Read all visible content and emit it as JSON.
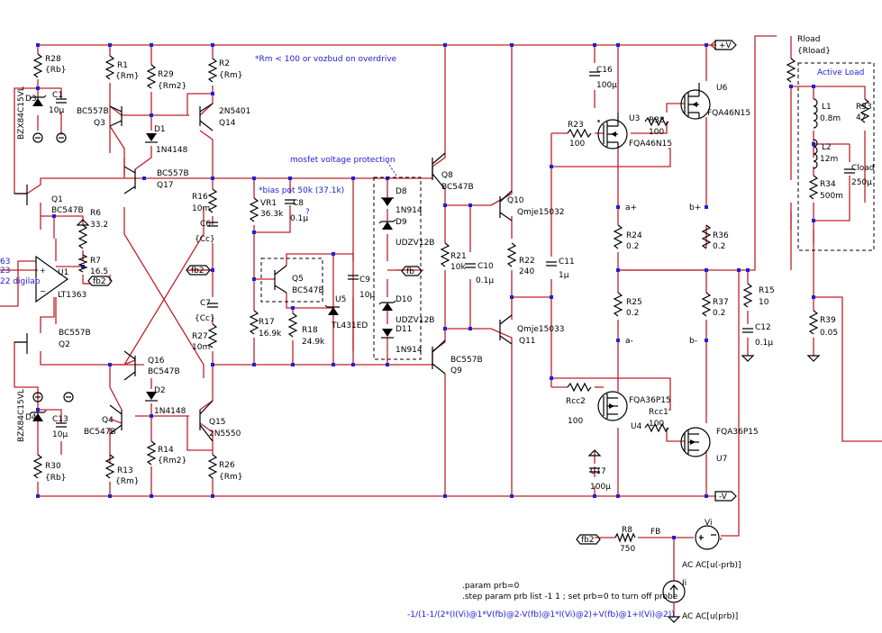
{
  "notes": {
    "rm_note": "*Rm < 100 or vozbud on overdrive",
    "mosfet_protection": "mosfet voltage protection",
    "bias_pot": "*bias pot 50k (37.1k)",
    "question": "?",
    "param": ".param prb=0",
    "step": ".step param prb list -1 1 ; set prb=0 to turn off probe",
    "formula": "-1/(1-1/(2*(I(Vi)@1*V(fb)@2-V(fb)@1*I(Vi)@2)+V(fb)@1+I(Vi)@2))",
    "active_load": "Active Load",
    "left_fragment": [
      "63",
      "23",
      "22 digilab"
    ]
  },
  "rails": {
    "pos": "+V",
    "neg": "-V"
  },
  "nets": {
    "fb": "fb",
    "fb2": "fb2",
    "FB": "FB",
    "a_plus": "a+",
    "a_minus": "a-",
    "b_plus": "b+",
    "b_minus": "b-"
  },
  "sources": {
    "vi": "Vi",
    "vi_ac": "AC AC[u(-prb)]",
    "ii": "Ii",
    "ii_ac": "AC AC[u(prb)]"
  },
  "components": [
    {
      "ref": "R28",
      "value": "{Rb}"
    },
    {
      "ref": "D3",
      "value": "BZX84C15VL"
    },
    {
      "ref": "C1",
      "value": "10µ"
    },
    {
      "ref": "R1",
      "value": "{Rm}"
    },
    {
      "ref": "R29",
      "value": "{Rm2}"
    },
    {
      "ref": "R2",
      "value": "{Rm}"
    },
    {
      "ref": "Q3",
      "value": "BC557B"
    },
    {
      "ref": "Q14",
      "value": "2N5401"
    },
    {
      "ref": "D1",
      "value": "1N4148"
    },
    {
      "ref": "Q17",
      "value": "BC557B"
    },
    {
      "ref": "Q1",
      "value": "BC547B"
    },
    {
      "ref": "R6",
      "value": "33.2"
    },
    {
      "ref": "R7",
      "value": "16.5"
    },
    {
      "ref": "U1",
      "value": "LT1363"
    },
    {
      "ref": "Q2",
      "value": "BC557B"
    },
    {
      "ref": "R16",
      "value": "10m"
    },
    {
      "ref": "C6",
      "value": "{Cc}"
    },
    {
      "ref": "C7",
      "value": "{Cc}"
    },
    {
      "ref": "R27",
      "value": "10m"
    },
    {
      "ref": "VR1",
      "value": "36.3k"
    },
    {
      "ref": "C8",
      "value": "0.1µ"
    },
    {
      "ref": "Q5",
      "value": "BC547B"
    },
    {
      "ref": "U5",
      "value": "TL431ED"
    },
    {
      "ref": "C9",
      "value": "10µ"
    },
    {
      "ref": "R17",
      "value": "16.9k"
    },
    {
      "ref": "R18",
      "value": "24.9k"
    },
    {
      "ref": "D8",
      "value": "1N914"
    },
    {
      "ref": "D9",
      "value": "UDZV12B"
    },
    {
      "ref": "D10",
      "value": "UDZV12B"
    },
    {
      "ref": "D11",
      "value": "1N914"
    },
    {
      "ref": "Q8",
      "value": "BC547B"
    },
    {
      "ref": "Q9",
      "value": "BC557B"
    },
    {
      "ref": "R21",
      "value": "10k"
    },
    {
      "ref": "C10",
      "value": "0.1µ"
    },
    {
      "ref": "Q10",
      "value": "Qmje15032"
    },
    {
      "ref": "Q11",
      "value": "Qmje15033"
    },
    {
      "ref": "R22",
      "value": "240"
    },
    {
      "ref": "C11",
      "value": "1µ"
    },
    {
      "ref": "C16",
      "value": "100µ"
    },
    {
      "ref": "C17",
      "value": "100µ"
    },
    {
      "ref": "R23",
      "value": "100"
    },
    {
      "ref": "U3",
      "value": "FQA46N15"
    },
    {
      "ref": "R38",
      "value": "100"
    },
    {
      "ref": "U6",
      "value": "FQA46N15"
    },
    {
      "ref": "R24",
      "value": "0.2"
    },
    {
      "ref": "R36",
      "value": "0.2"
    },
    {
      "ref": "R25",
      "value": "0.2"
    },
    {
      "ref": "R37",
      "value": "0.2"
    },
    {
      "ref": "Rcc2",
      "value": "100"
    },
    {
      "ref": "U4",
      "value": "FQA36P15"
    },
    {
      "ref": "Rcc1",
      "value": "100"
    },
    {
      "ref": "U7",
      "value": "FQA36P15"
    },
    {
      "ref": "R15",
      "value": "10"
    },
    {
      "ref": "C12",
      "value": "0.1µ"
    },
    {
      "ref": "Rload",
      "value": "{Rload}"
    },
    {
      "ref": "L1",
      "value": "0.8m"
    },
    {
      "ref": "R33",
      "value": "47"
    },
    {
      "ref": "L2",
      "value": "12m"
    },
    {
      "ref": "Cload",
      "value": "250µ"
    },
    {
      "ref": "R34",
      "value": "500m"
    },
    {
      "ref": "R39",
      "value": "0.05"
    },
    {
      "ref": "Q16",
      "value": "BC547B"
    },
    {
      "ref": "D2",
      "value": "1N4148"
    },
    {
      "ref": "Q4",
      "value": "BC547B"
    },
    {
      "ref": "Q15",
      "value": "2N5550"
    },
    {
      "ref": "R14",
      "value": "{Rm2}"
    },
    {
      "ref": "R13",
      "value": "{Rm}"
    },
    {
      "ref": "R26",
      "value": "{Rm}"
    },
    {
      "ref": "D4",
      "value": "BZX84C15VL"
    },
    {
      "ref": "C13",
      "value": "10µ"
    },
    {
      "ref": "R30",
      "value": "{Rb}"
    },
    {
      "ref": "R8",
      "value": "750"
    }
  ]
}
